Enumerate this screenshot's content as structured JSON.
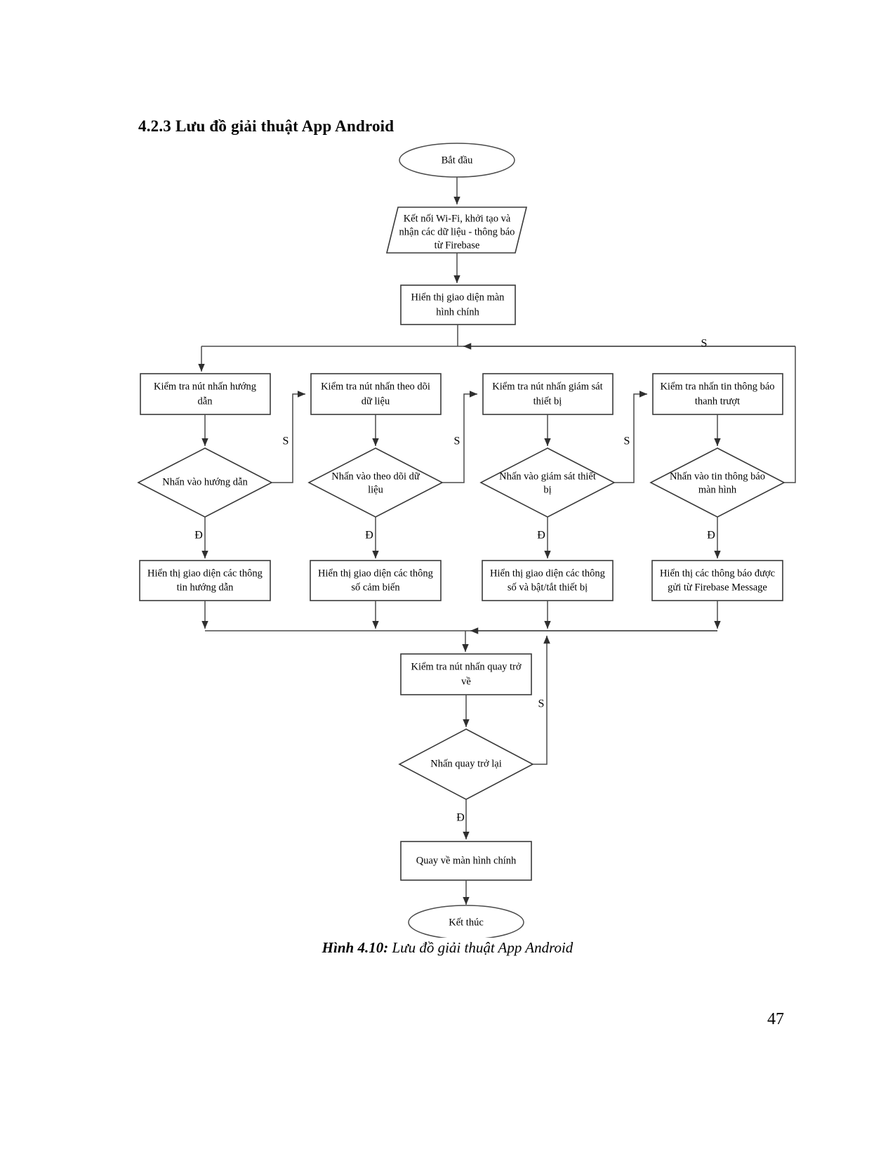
{
  "document": {
    "heading": "4.2.3 Lưu đồ giải thuật App Android",
    "caption_label": "Hình 4.10:",
    "caption_text": " Lưu đồ giải thuật App Android",
    "page_number": "47"
  },
  "flowchart": {
    "nodes": {
      "start": "Bắt đầu",
      "io_firebase_l1": "Kết nối Wi-Fi, khởi tạo và",
      "io_firebase_l2": "nhận các dữ liệu - thông báo",
      "io_firebase_l3": "từ Firebase",
      "main_screen_l1": "Hiển thị giao diện màn",
      "main_screen_l2": "hình chính",
      "check1_l1": "Kiểm tra nút nhấn hướng",
      "check1_l2": "dẫn",
      "check2_l1": "Kiểm tra nút nhấn theo dõi",
      "check2_l2": "dữ liệu",
      "check3_l1": "Kiểm tra nút nhấn giám sát",
      "check3_l2": "thiết bị",
      "check4_l1": "Kiểm tra nhấn tin thông báo",
      "check4_l2": "thanh trượt",
      "dec1_l1": "Nhấn vào hướng dẫn",
      "dec1_l2": "",
      "dec2_l1": "Nhấn vào theo dõi dữ",
      "dec2_l2": "liệu",
      "dec3_l1": "Nhấn vào giám sát thiết",
      "dec3_l2": "bị",
      "dec4_l1": "Nhấn vào tin thông báo",
      "dec4_l2": "màn hình",
      "out1_l1": "Hiển thị giao diện các thông",
      "out1_l2": "tin hướng dẫn",
      "out2_l1": "Hiển thị giao diện các thông",
      "out2_l2": "số cảm biến",
      "out3_l1": "Hiển thị giao diện các thông",
      "out3_l2": "số và bật/tắt thiết bị",
      "out4_l1": "Hiển thị các thông báo được",
      "out4_l2": "gửi từ Firebase Message",
      "back_check_l1": "Kiểm tra nút nhấn quay trở",
      "back_check_l2": "về",
      "back_dec": "Nhấn quay trở lại",
      "return_main": "Quay về màn hình chính",
      "end": "Kết thúc"
    },
    "edge_labels": {
      "s_top": "S",
      "s1": "S",
      "s2": "S",
      "s3": "S",
      "d1": "Đ",
      "d2": "Đ",
      "d3": "Đ",
      "d4": "Đ",
      "s_back": "S",
      "d_back": "Đ"
    }
  }
}
